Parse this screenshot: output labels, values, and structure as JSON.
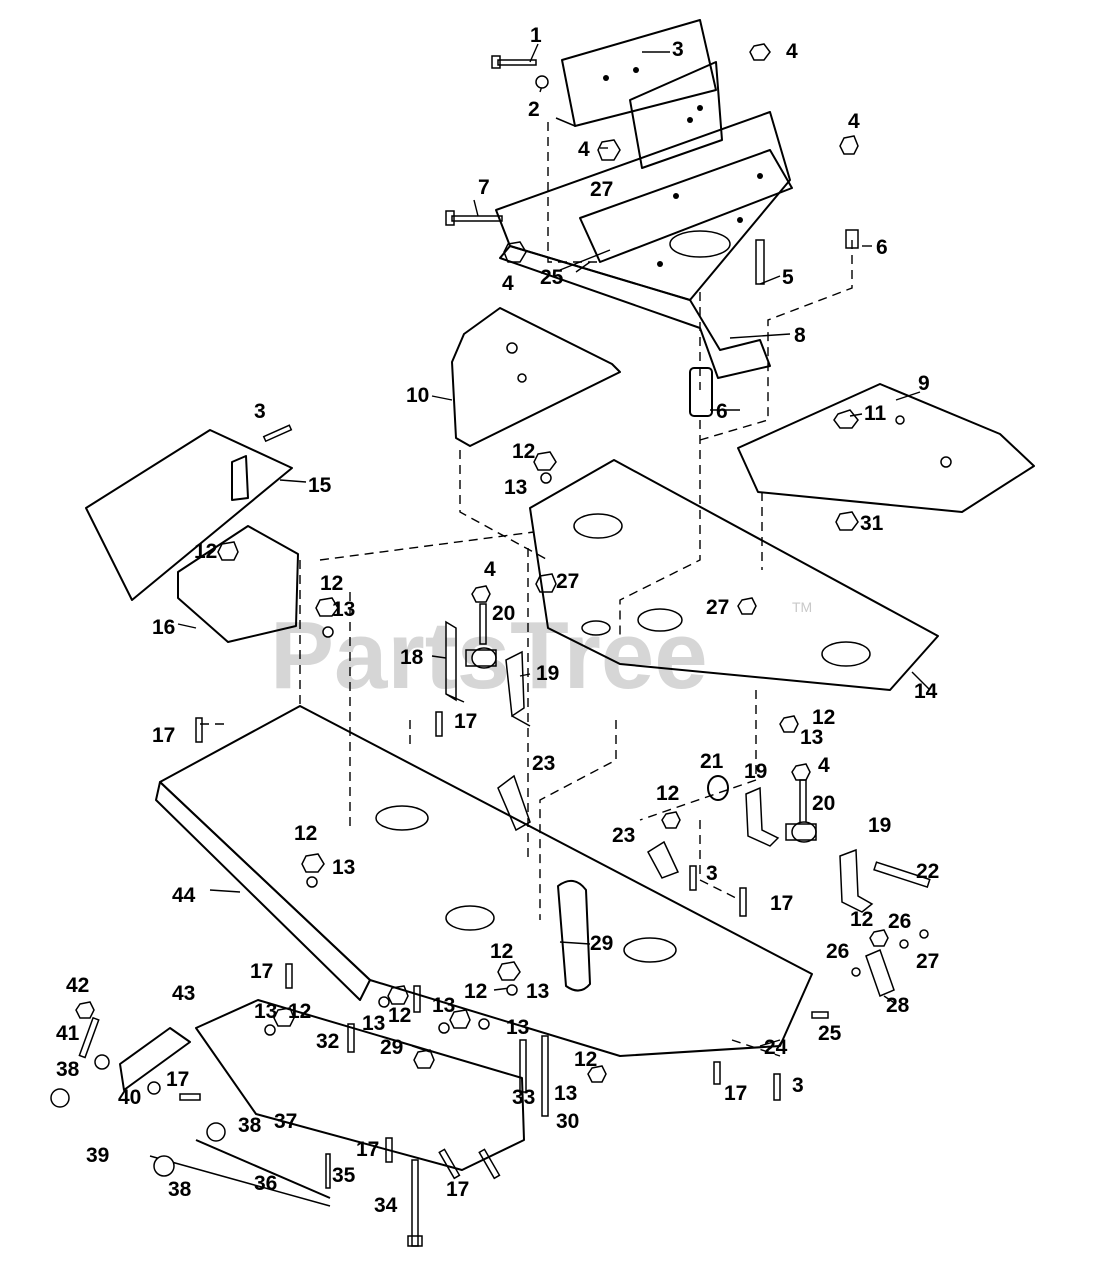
{
  "watermark": {
    "text": "PartsTree",
    "trademark": "TM"
  },
  "callouts": [
    {
      "id": "c1",
      "label": "1"
    },
    {
      "id": "c2",
      "label": "2"
    },
    {
      "id": "c3a",
      "label": "3"
    },
    {
      "id": "c4a",
      "label": "4"
    },
    {
      "id": "c4b",
      "label": "4"
    },
    {
      "id": "c4c",
      "label": "4"
    },
    {
      "id": "c27a",
      "label": "27"
    },
    {
      "id": "c7",
      "label": "7"
    },
    {
      "id": "c4d",
      "label": "4"
    },
    {
      "id": "c25a",
      "label": "25"
    },
    {
      "id": "c5",
      "label": "5"
    },
    {
      "id": "c6a",
      "label": "6"
    },
    {
      "id": "c8",
      "label": "8"
    },
    {
      "id": "c10",
      "label": "10"
    },
    {
      "id": "c6b",
      "label": "6"
    },
    {
      "id": "c9",
      "label": "9"
    },
    {
      "id": "c11",
      "label": "11"
    },
    {
      "id": "c3b",
      "label": "3"
    },
    {
      "id": "c12a",
      "label": "12"
    },
    {
      "id": "c13a",
      "label": "13"
    },
    {
      "id": "c15",
      "label": "15"
    },
    {
      "id": "c31",
      "label": "31"
    },
    {
      "id": "c12b",
      "label": "12"
    },
    {
      "id": "c4e",
      "label": "4"
    },
    {
      "id": "c27b",
      "label": "27"
    },
    {
      "id": "c12c",
      "label": "12"
    },
    {
      "id": "c13b",
      "label": "13"
    },
    {
      "id": "c20a",
      "label": "20"
    },
    {
      "id": "c27c",
      "label": "27"
    },
    {
      "id": "c16",
      "label": "16"
    },
    {
      "id": "c18",
      "label": "18"
    },
    {
      "id": "c19a",
      "label": "19"
    },
    {
      "id": "c14",
      "label": "14"
    },
    {
      "id": "c17a",
      "label": "17"
    },
    {
      "id": "c17b",
      "label": "17"
    },
    {
      "id": "c12d",
      "label": "12"
    },
    {
      "id": "c13c",
      "label": "13"
    },
    {
      "id": "c23a",
      "label": "23"
    },
    {
      "id": "c21",
      "label": "21"
    },
    {
      "id": "c19b",
      "label": "19"
    },
    {
      "id": "c4f",
      "label": "4"
    },
    {
      "id": "c12e",
      "label": "12"
    },
    {
      "id": "c20b",
      "label": "20"
    },
    {
      "id": "c12f",
      "label": "12"
    },
    {
      "id": "c13d",
      "label": "13"
    },
    {
      "id": "c23b",
      "label": "23"
    },
    {
      "id": "c19c",
      "label": "19"
    },
    {
      "id": "c3c",
      "label": "3"
    },
    {
      "id": "c22",
      "label": "22"
    },
    {
      "id": "c44",
      "label": "44"
    },
    {
      "id": "c17c",
      "label": "17"
    },
    {
      "id": "c12g",
      "label": "12"
    },
    {
      "id": "c26a",
      "label": "26"
    },
    {
      "id": "c29a",
      "label": "29"
    },
    {
      "id": "c26b",
      "label": "26"
    },
    {
      "id": "c27d",
      "label": "27"
    },
    {
      "id": "c12h",
      "label": "12"
    },
    {
      "id": "c13e",
      "label": "13"
    },
    {
      "id": "c28",
      "label": "28"
    },
    {
      "id": "c17d",
      "label": "17"
    },
    {
      "id": "c42",
      "label": "42"
    },
    {
      "id": "c43",
      "label": "43"
    },
    {
      "id": "c13f",
      "label": "13"
    },
    {
      "id": "c12i",
      "label": "12"
    },
    {
      "id": "c13g",
      "label": "13"
    },
    {
      "id": "c12j",
      "label": "12"
    },
    {
      "id": "c13h",
      "label": "13"
    },
    {
      "id": "c12k",
      "label": "12"
    },
    {
      "id": "c13i",
      "label": "13"
    },
    {
      "id": "c25b",
      "label": "25"
    },
    {
      "id": "c41",
      "label": "41"
    },
    {
      "id": "c32",
      "label": "32"
    },
    {
      "id": "c29b",
      "label": "29"
    },
    {
      "id": "c24",
      "label": "24"
    },
    {
      "id": "c38a",
      "label": "38"
    },
    {
      "id": "c17e",
      "label": "17"
    },
    {
      "id": "c40",
      "label": "40"
    },
    {
      "id": "c12l",
      "label": "12"
    },
    {
      "id": "c13j",
      "label": "13"
    },
    {
      "id": "c3d",
      "label": "3"
    },
    {
      "id": "c33",
      "label": "33"
    },
    {
      "id": "c17f",
      "label": "17"
    },
    {
      "id": "c37",
      "label": "37"
    },
    {
      "id": "c38b",
      "label": "38"
    },
    {
      "id": "c30",
      "label": "30"
    },
    {
      "id": "c39",
      "label": "39"
    },
    {
      "id": "c17g",
      "label": "17"
    },
    {
      "id": "c35",
      "label": "35"
    },
    {
      "id": "c36",
      "label": "36"
    },
    {
      "id": "c38c",
      "label": "38"
    },
    {
      "id": "c17h",
      "label": "17"
    },
    {
      "id": "c34",
      "label": "34"
    }
  ]
}
